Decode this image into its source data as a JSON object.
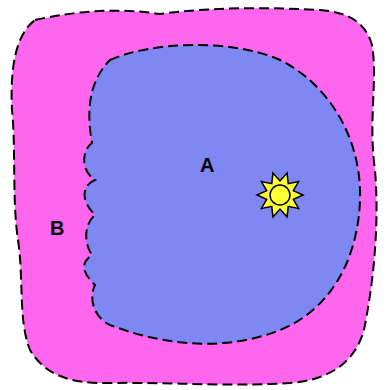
{
  "diagram": {
    "nodes": [
      {
        "text": [
          "B"
        ]
      },
      {
        "text": [
          "A"
        ],
        "in": 0
      }
    ]
  }
}
